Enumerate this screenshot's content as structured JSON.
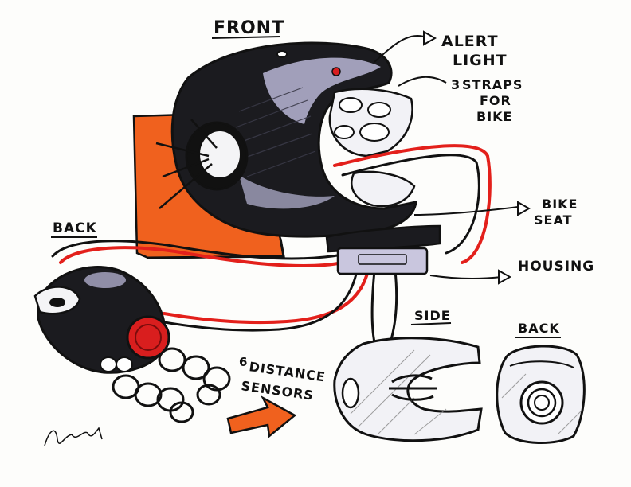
{
  "labels": {
    "front": "FRONT",
    "alert_light": [
      "ALERT",
      "LIGHT"
    ],
    "straps": [
      "STRAPS",
      "FOR",
      "BIKE"
    ],
    "bike_seat": [
      "BIKE",
      "SEAT"
    ],
    "housing": "HOUSING",
    "back_left": "BACK",
    "side": "SIDE",
    "back_right": "BACK",
    "distance_sensors": [
      "DISTANCE",
      "SENSORS"
    ],
    "strap_count": "3",
    "sensor_count": "6"
  },
  "colors": {
    "ink": "#111111",
    "shell": "#1b1b1f",
    "shell_tint": "#b8b6d6",
    "orange": "#f0611e",
    "wire_red": "#e3201b",
    "lens_red": "#d91e1e",
    "housing_tint": "#c9c6de",
    "paper": "#fdfdfb"
  },
  "icons": {
    "arrow_right": "orange-arrow-icon",
    "pointer_arrow": "outlined-arrowhead-icon",
    "signature": "artist-signature"
  }
}
